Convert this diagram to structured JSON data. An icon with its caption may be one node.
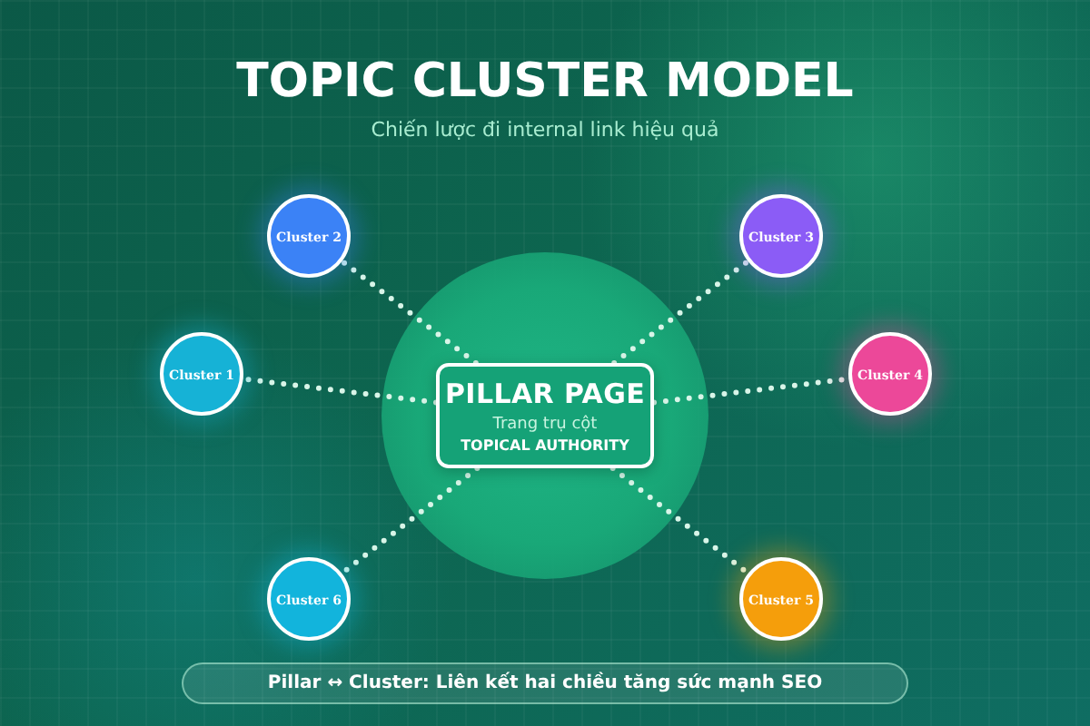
{
  "diagram": {
    "title": "TOPIC CLUSTER MODEL",
    "nodes": [
      {
        "text": [
          "PILLAR PAGE",
          "Trang trụ cột",
          "TOPICAL AUTHORITY"
        ]
      },
      {
        "text": [
          "Cluster 1"
        ]
      },
      {
        "text": [
          "Cluster 2"
        ]
      },
      {
        "text": [
          "Cluster 3"
        ]
      },
      {
        "text": [
          "Cluster 4"
        ]
      },
      {
        "text": [
          "Cluster 5"
        ]
      },
      {
        "text": [
          "Cluster 6"
        ]
      },
      {
        "text": [
          "Pillar ↔ Cluster: Liên kết hai chiều tăng sức mạnh SEO"
        ]
      }
    ],
    "edges": [
      {
        "from": 0,
        "to": 1,
        "arrow": "none",
        "style": "dashed"
      },
      {
        "from": 0,
        "to": 2,
        "arrow": "none",
        "style": "dashed"
      },
      {
        "from": 0,
        "to": 3,
        "arrow": "none",
        "style": "dashed"
      },
      {
        "from": 0,
        "to": 4,
        "arrow": "none",
        "style": "dashed"
      },
      {
        "from": 0,
        "to": 5,
        "arrow": "none",
        "style": "dashed"
      },
      {
        "from": 0,
        "to": 6,
        "arrow": "none",
        "style": "dashed"
      }
    ],
    "labels": [
      "Chiến lược đi internal link hiệu quả"
    ]
  }
}
